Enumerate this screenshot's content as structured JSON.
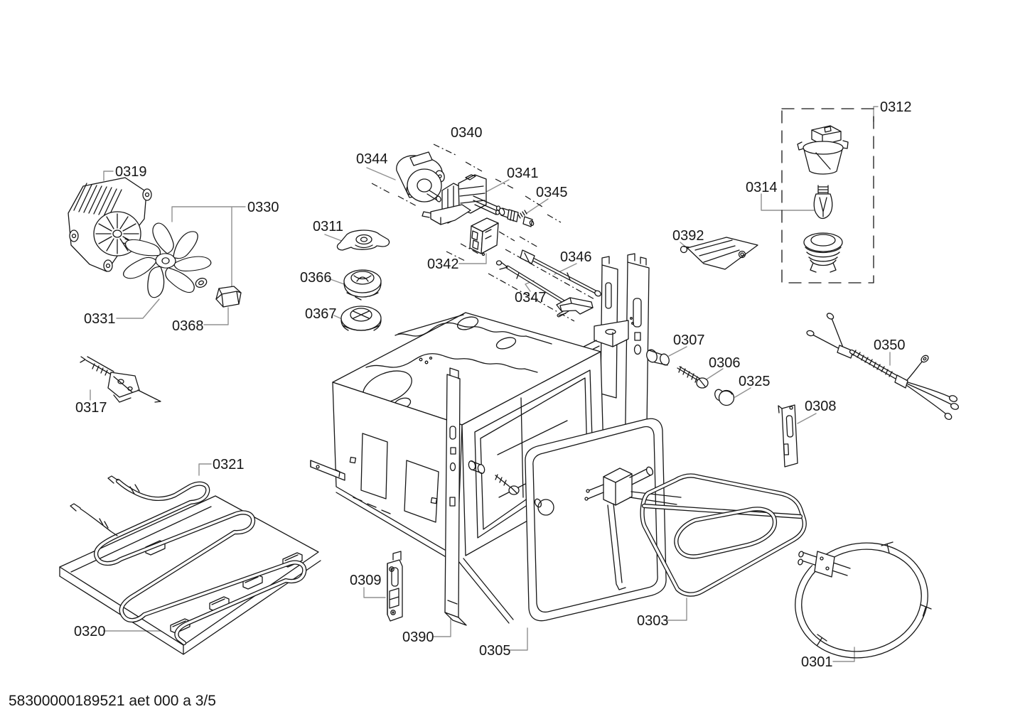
{
  "document": {
    "footer_text": "58300000189521 aet 000 a 3/5"
  },
  "colors": {
    "line": "#161616",
    "leader_line": "#909090",
    "background": "#ffffff"
  },
  "labels": {
    "0301": "0301",
    "0303": "0303",
    "0305": "0305",
    "0306": "0306",
    "0307": "0307",
    "0308": "0308",
    "0309": "0309",
    "0311": "0311",
    "0312": "0312",
    "0314": "0314",
    "0317": "0317",
    "0319": "0319",
    "0320": "0320",
    "0321": "0321",
    "0325": "0325",
    "0330": "0330",
    "0331": "0331",
    "0340": "0340",
    "0341": "0341",
    "0342": "0342",
    "0344": "0344",
    "0345": "0345",
    "0346": "0346",
    "0347": "0347",
    "0350": "0350",
    "0366": "0366",
    "0367": "0367",
    "0368": "0368",
    "0390": "0390",
    "0392": "0392"
  }
}
